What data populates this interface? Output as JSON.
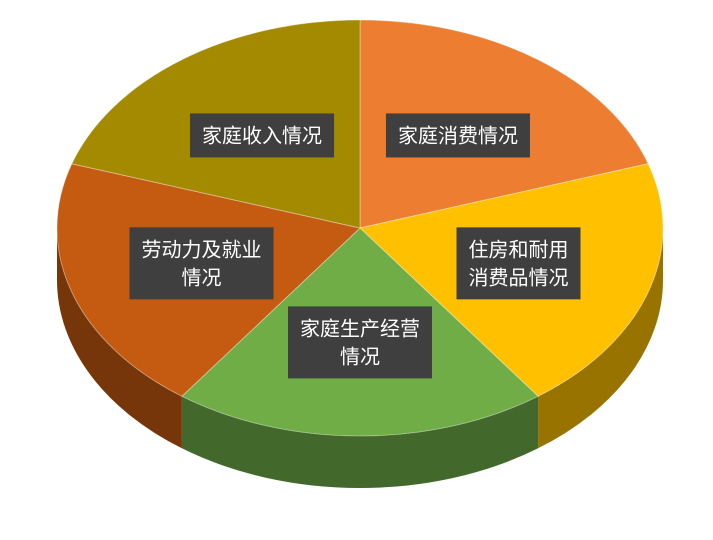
{
  "chart_data": {
    "type": "pie",
    "style": "3d",
    "legend": "none",
    "slices": [
      {
        "label": "家庭消费情况",
        "value": 20,
        "color": "#ed7d31"
      },
      {
        "label": "住房和耐用\n消费品情况",
        "value": 20,
        "color": "#ffc000"
      },
      {
        "label": "家庭生产经营\n情况",
        "value": 20,
        "color": "#70ad47"
      },
      {
        "label": "劳动力及就业\n情况",
        "value": 20,
        "color": "#c55a11"
      },
      {
        "label": "家庭收入情况",
        "value": 20,
        "color": "#a38a00"
      }
    ]
  }
}
